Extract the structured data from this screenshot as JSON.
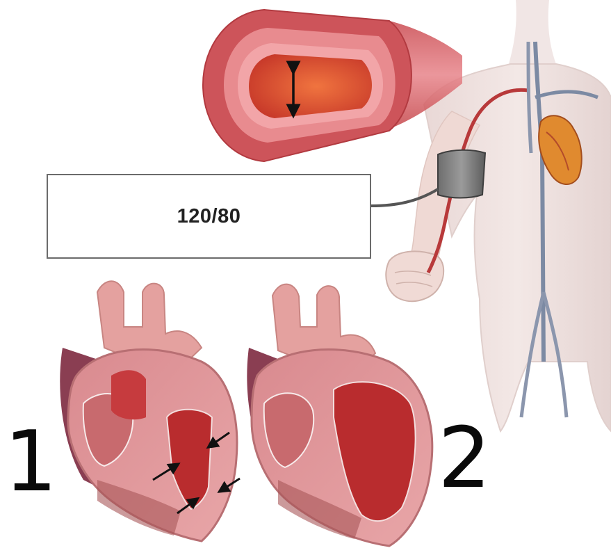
{
  "bp_reading": "120/80",
  "heart_labels": {
    "first": "1",
    "second": "2"
  }
}
